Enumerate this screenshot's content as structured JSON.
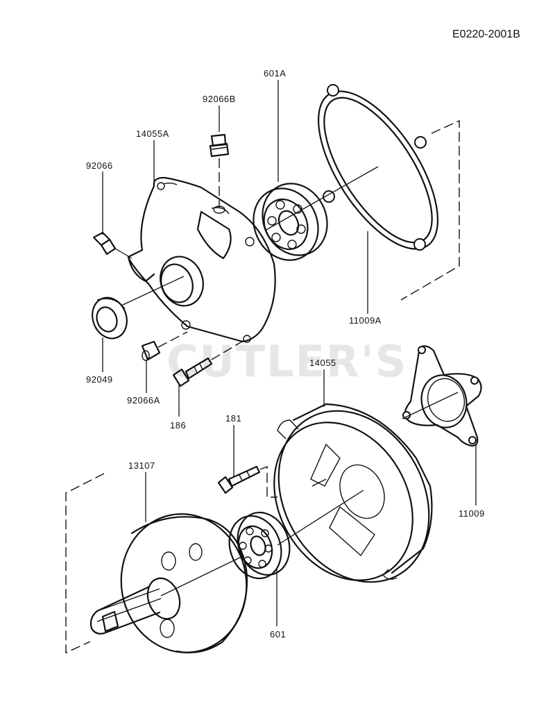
{
  "header": {
    "diagram_code": "E0220-2001B"
  },
  "watermark": {
    "text": "CUTLER'S",
    "color": "#e6e6e6"
  },
  "colors": {
    "ink": "#111111",
    "background": "#ffffff"
  },
  "parts": {
    "p601A": "601A",
    "p92066B": "92066B",
    "p14055A": "14055A",
    "p92066": "92066",
    "p11009A": "11009A",
    "p92049": "92049",
    "p92066A": "92066A",
    "p186": "186",
    "p14055": "14055",
    "p181": "181",
    "p13107": "13107",
    "p11009": "11009",
    "p601": "601"
  }
}
